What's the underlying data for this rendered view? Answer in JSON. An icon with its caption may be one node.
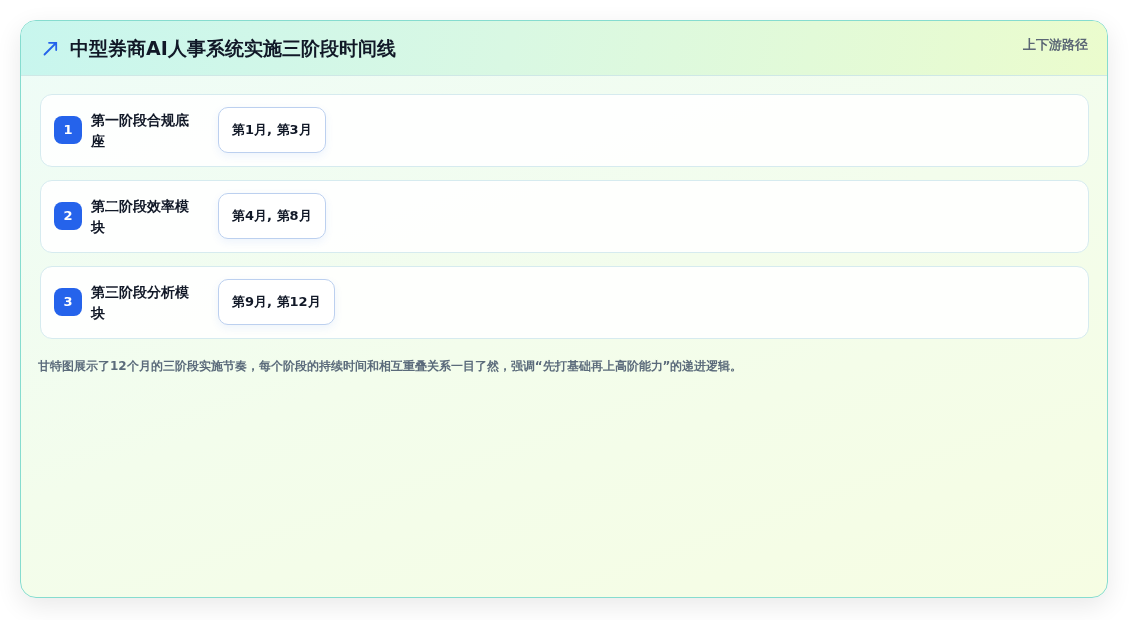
{
  "diagram": {
    "title": "中型券商AI人事系统实施三阶段时间线",
    "nodes": [
      {
        "text": [
          "第一阶段合规底座"
        ]
      },
      {
        "text": [
          "1"
        ],
        "in": 0
      },
      {
        "text": [
          "第1月, 第3月"
        ],
        "in": 0
      },
      {
        "text": [
          "第二阶段效率模块"
        ]
      },
      {
        "text": [
          "2"
        ],
        "in": 3
      },
      {
        "text": [
          "第4月, 第8月"
        ],
        "in": 3
      },
      {
        "text": [
          "第三阶段分析模块"
        ]
      },
      {
        "text": [
          "3"
        ],
        "in": 6
      },
      {
        "text": [
          "第9月, 第12月"
        ],
        "in": 6
      }
    ],
    "labels": [
      "上下游路径"
    ],
    "caption": "甘特图展示了12个月的三阶段实施节奏，每个阶段的持续时间和相互重叠关系一目了然，强调“先打基础再上高阶能力”的递进逻辑。"
  }
}
